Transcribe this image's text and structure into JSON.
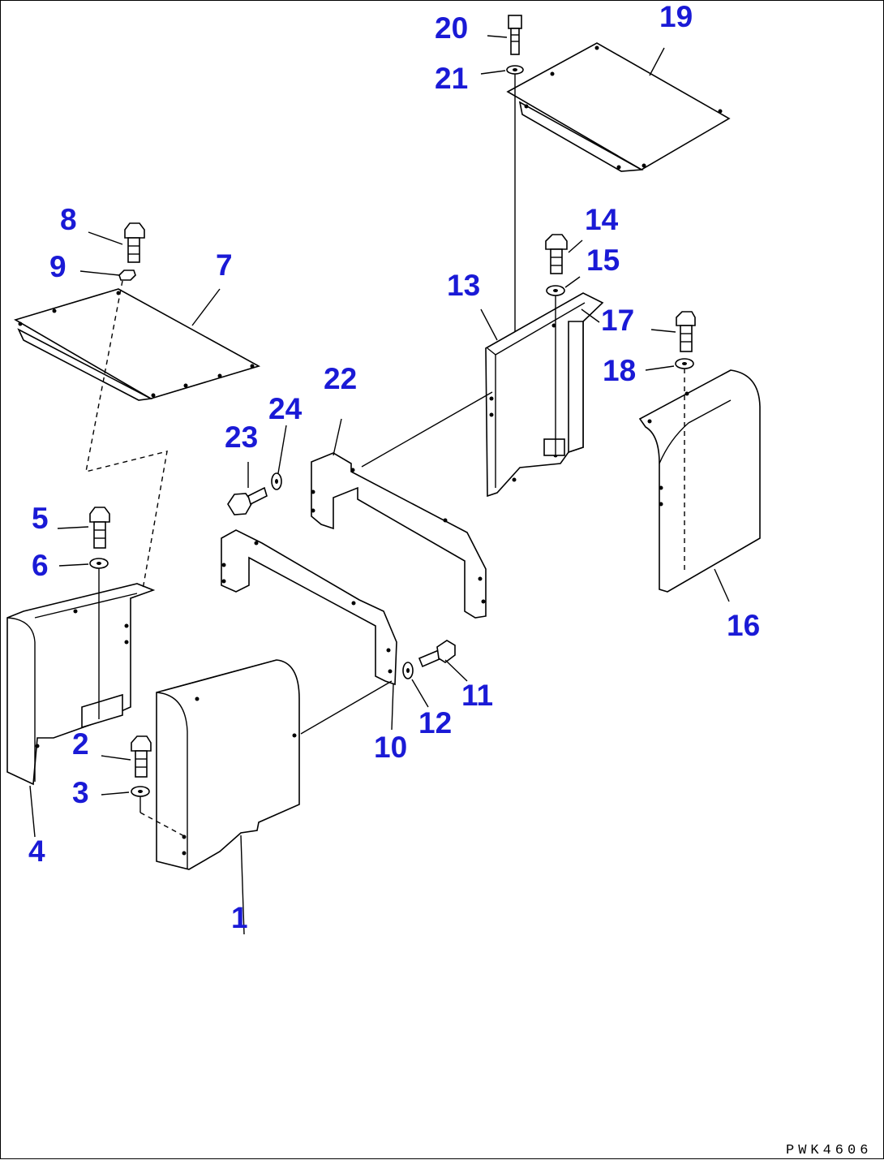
{
  "drawing_code": "PWK4606",
  "callouts": [
    "1",
    "2",
    "3",
    "4",
    "5",
    "6",
    "7",
    "8",
    "9",
    "10",
    "11",
    "12",
    "13",
    "14",
    "15",
    "16",
    "17",
    "18",
    "19",
    "20",
    "21",
    "22",
    "23",
    "24"
  ]
}
